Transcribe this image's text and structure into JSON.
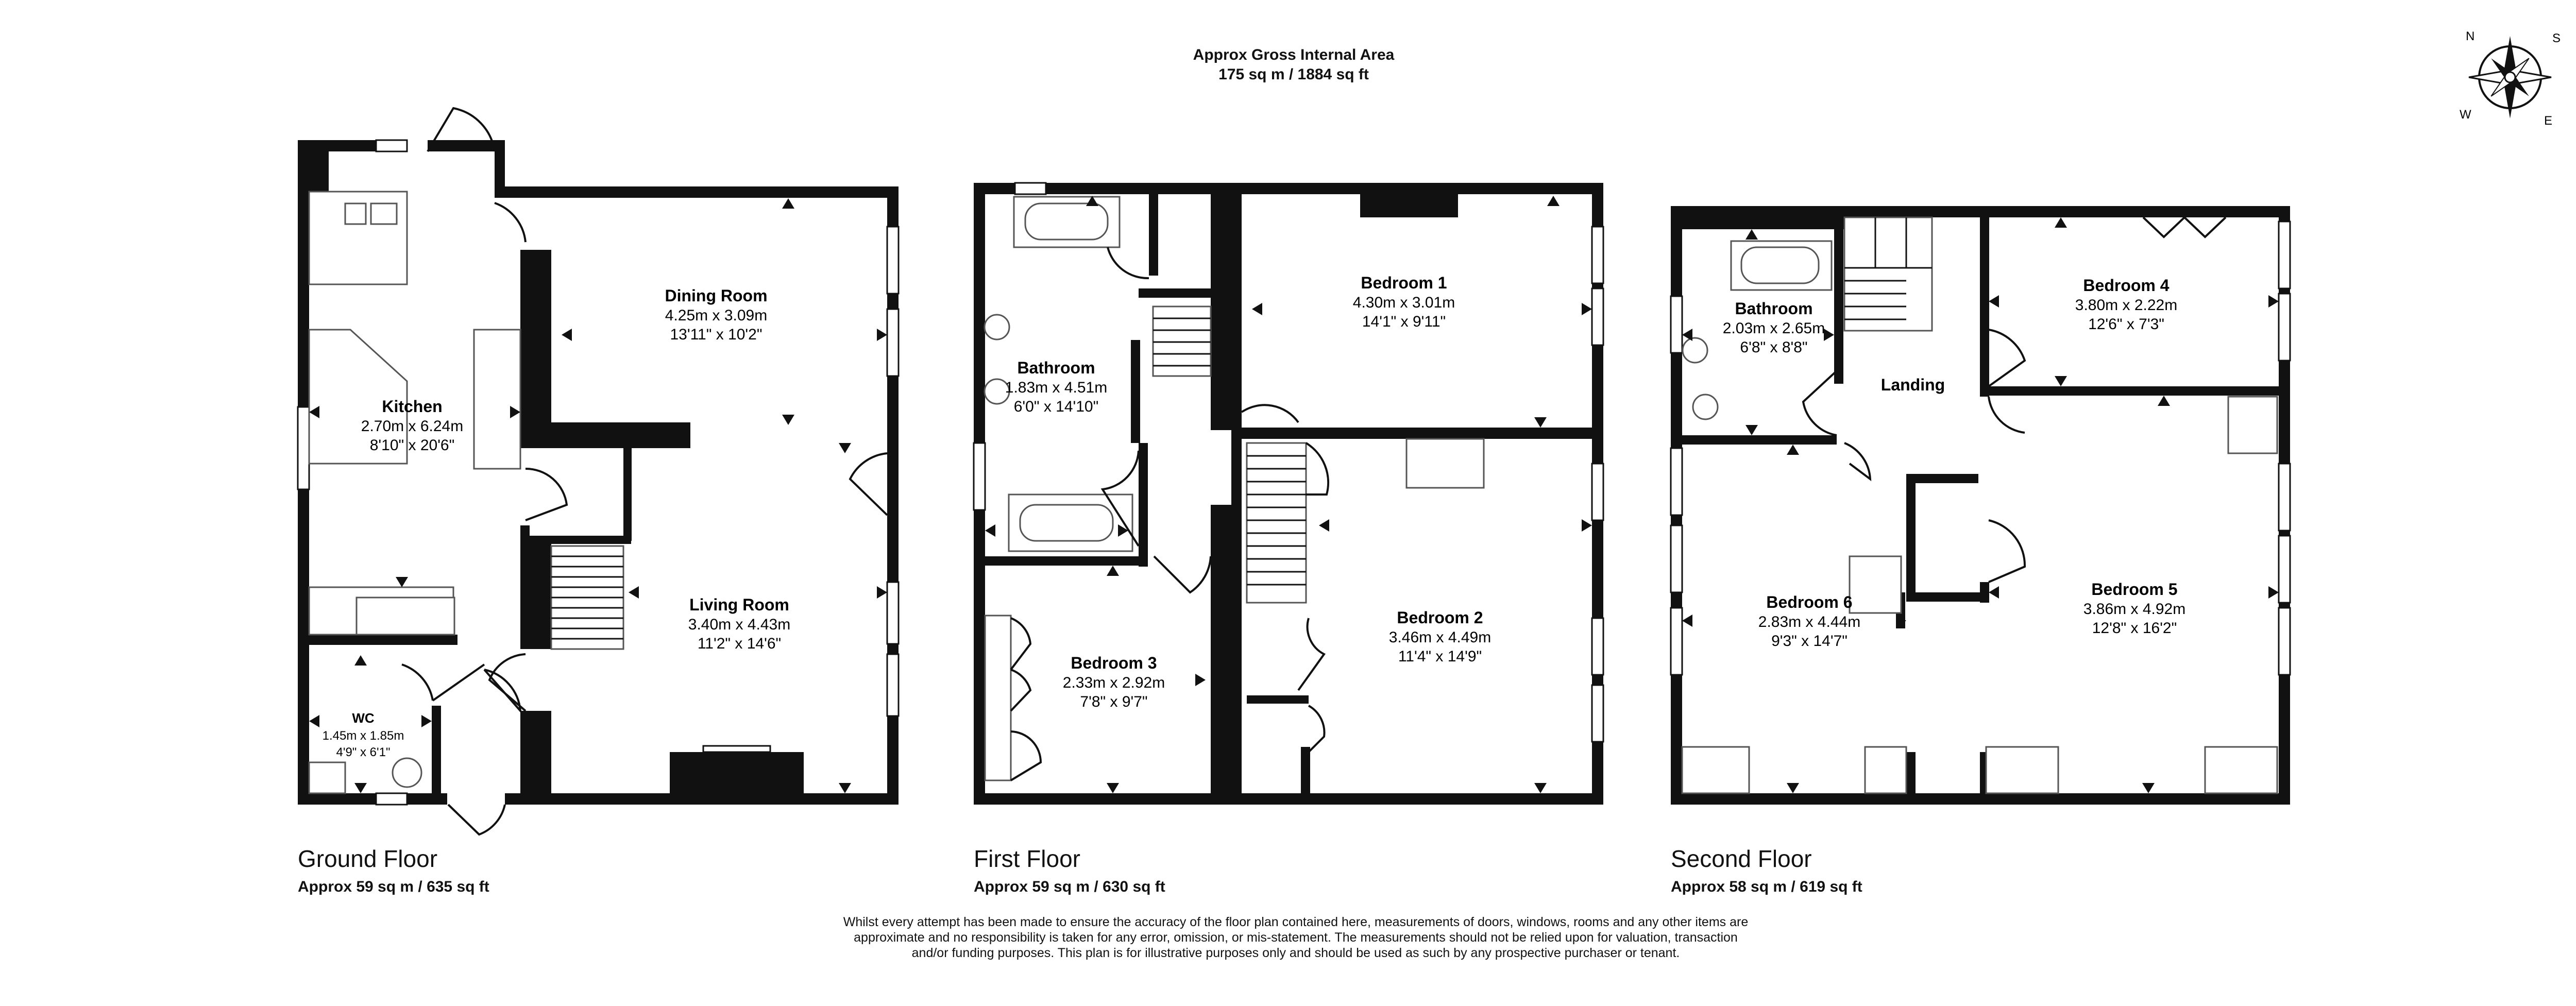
{
  "header": {
    "title": "Approx Gross Internal Area",
    "area": "175 sq m / 1884 sq ft"
  },
  "compass": {
    "labels": [
      "N",
      "E",
      "S",
      "W"
    ]
  },
  "floors": [
    {
      "name": "Ground Floor",
      "area": "Approx 59 sq m / 635 sq ft",
      "rooms": [
        {
          "name": "Dining Room",
          "metric": "4.25m x 3.09m",
          "imperial": "13'11\" x 10'2\""
        },
        {
          "name": "Kitchen",
          "metric": "2.70m x 6.24m",
          "imperial": "8'10\" x 20'6\""
        },
        {
          "name": "Living Room",
          "metric": "3.40m x 4.43m",
          "imperial": "11'2\" x 14'6\""
        },
        {
          "name": "WC",
          "metric": "1.45m x 1.85m",
          "imperial": "4'9\" x 6'1\""
        }
      ]
    },
    {
      "name": "First Floor",
      "area": "Approx 59 sq m / 630 sq ft",
      "rooms": [
        {
          "name": "Bedroom 1",
          "metric": "4.30m x 3.01m",
          "imperial": "14'1\" x 9'11\""
        },
        {
          "name": "Bathroom",
          "metric": "1.83m x 4.51m",
          "imperial": "6'0\" x 14'10\""
        },
        {
          "name": "Bedroom 2",
          "metric": "3.46m x 4.49m",
          "imperial": "11'4\" x 14'9\""
        },
        {
          "name": "Bedroom 3",
          "metric": "2.33m x 2.92m",
          "imperial": "7'8\" x 9'7\""
        }
      ]
    },
    {
      "name": "Second Floor",
      "area": "Approx 58 sq m / 619 sq ft",
      "rooms": [
        {
          "name": "Bathroom",
          "metric": "2.03m x 2.65m",
          "imperial": "6'8\" x 8'8\""
        },
        {
          "name": "Bedroom 4",
          "metric": "3.80m x 2.22m",
          "imperial": "12'6\" x 7'3\""
        },
        {
          "name": "Landing",
          "metric": "",
          "imperial": ""
        },
        {
          "name": "Bedroom 6",
          "metric": "2.83m x 4.44m",
          "imperial": "9'3\" x 14'7\""
        },
        {
          "name": "Bedroom 5",
          "metric": "3.86m x 4.92m",
          "imperial": "12'8\" x 16'2\""
        }
      ]
    }
  ],
  "disclaimer": "Whilst every attempt has been made to ensure the accuracy of the floor plan contained here, measurements of doors, windows, rooms and any other items are approximate and no responsibility is taken for any error, omission, or mis-statement. The measurements should not be relied upon for valuation, transaction and/or funding purposes. This plan is for illustrative purposes only and should be used as such by any prospective purchaser or tenant."
}
